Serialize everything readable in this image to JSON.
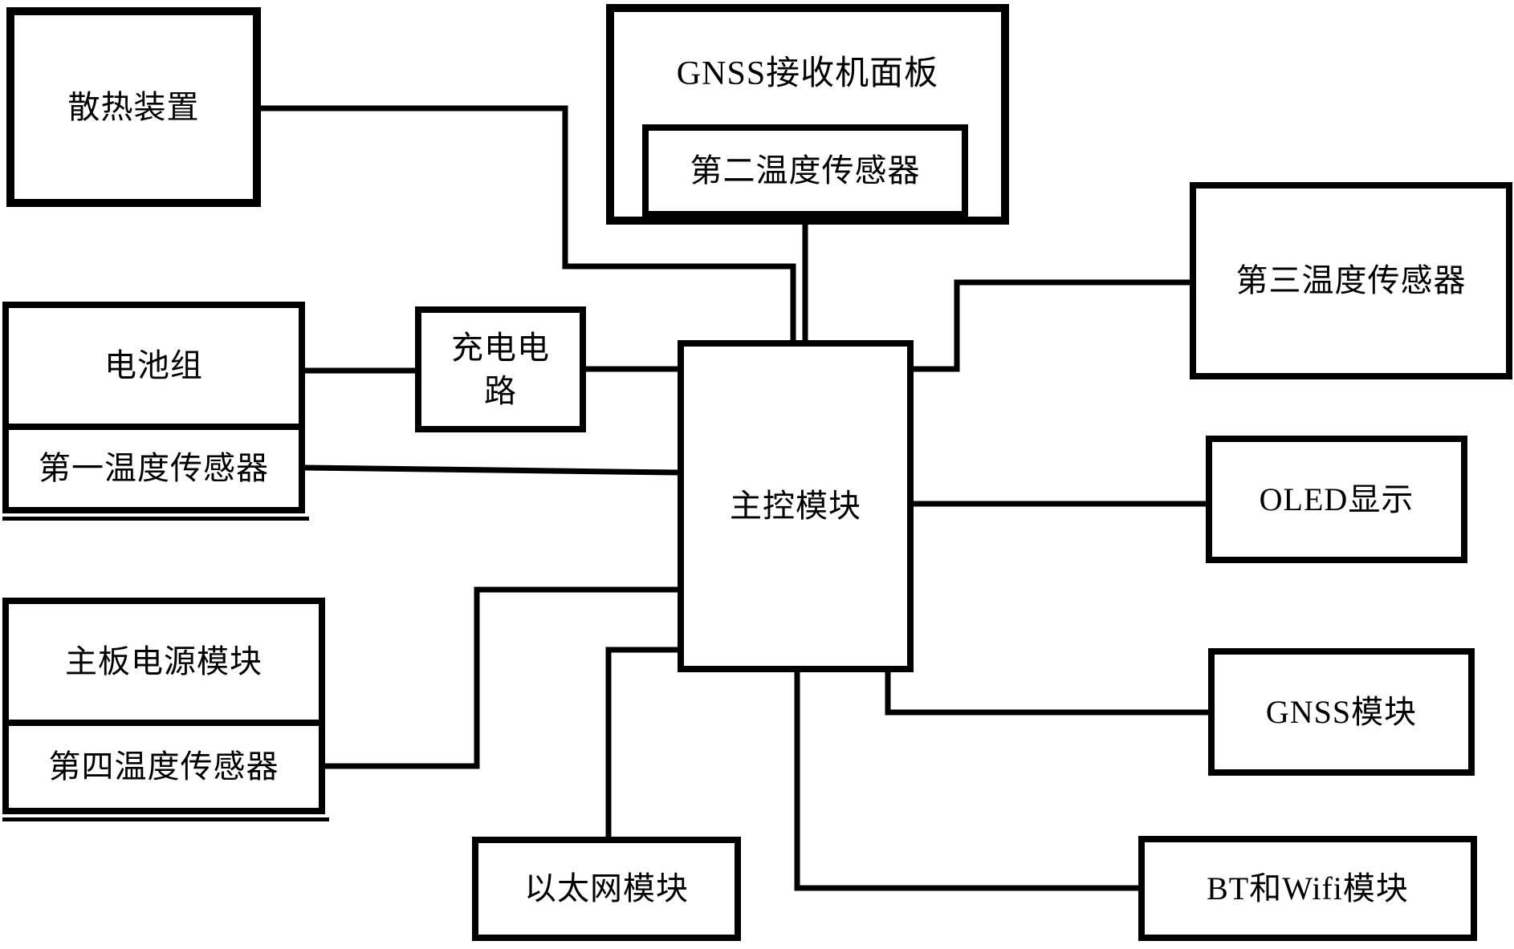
{
  "diagram": {
    "background_color": "#ffffff",
    "line_color": "#000000",
    "text_color": "#000000"
  },
  "nodes": {
    "heat_sink": {
      "label": "散热装置"
    },
    "gnss_panel": {
      "label": "GNSS接收机面板"
    },
    "temp_sensor_2": {
      "label": "第二温度传感器"
    },
    "battery": {
      "label": "电池组"
    },
    "temp_sensor_1": {
      "label": "第一温度传感器"
    },
    "charge_circuit": {
      "lines": [
        "充电电",
        "路"
      ]
    },
    "main_control": {
      "label": "主控模块"
    },
    "temp_sensor_3": {
      "label": "第三温度传感器"
    },
    "oled": {
      "label": "OLED显示"
    },
    "board_power": {
      "label": "主板电源模块"
    },
    "temp_sensor_4": {
      "label": "第四温度传感器"
    },
    "ethernet": {
      "label": "以太网模块"
    },
    "gnss_module": {
      "label": "GNSS模块"
    },
    "bt_wifi": {
      "label": "BT和Wifi模块"
    }
  },
  "connections": [
    {
      "from": "heat_sink",
      "to": "main_control"
    },
    {
      "from": "temp_sensor_2",
      "to": "main_control"
    },
    {
      "from": "battery",
      "to": "charge_circuit"
    },
    {
      "from": "charge_circuit",
      "to": "main_control"
    },
    {
      "from": "temp_sensor_1",
      "to": "main_control"
    },
    {
      "from": "temp_sensor_4",
      "to": "main_control"
    },
    {
      "from": "ethernet",
      "to": "main_control"
    },
    {
      "from": "main_control",
      "to": "temp_sensor_3"
    },
    {
      "from": "main_control",
      "to": "oled"
    },
    {
      "from": "main_control",
      "to": "gnss_module"
    },
    {
      "from": "main_control",
      "to": "bt_wifi"
    }
  ]
}
